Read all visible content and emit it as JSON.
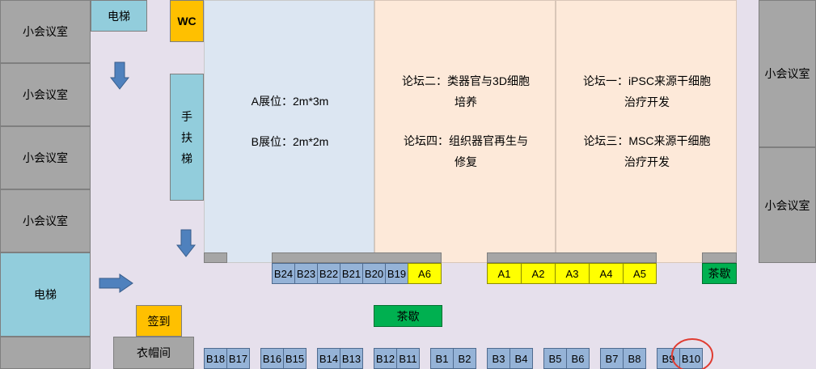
{
  "rooms": {
    "left_meeting_rooms": [
      "小会议室",
      "小会议室",
      "小会议室",
      "小会议室"
    ],
    "right_meeting_rooms": [
      "小会议室",
      "小会议室"
    ],
    "elevator_top": "电梯",
    "elevator_left": "电梯",
    "wc": "WC",
    "escalator": [
      "手",
      "扶",
      "梯"
    ],
    "cloakroom": "衣帽间",
    "sign_in": "签到"
  },
  "halls": {
    "exhibition": {
      "line1": "A展位：2m*3m",
      "line2": "B展位：2m*2m"
    },
    "forum_center": {
      "line1": "论坛二：类器官与3D细胞",
      "line2": "培养",
      "line3": "论坛四：组织器官再生与",
      "line4": "修复"
    },
    "forum_right": {
      "line1": "论坛一：iPSC来源干细胞",
      "line2": "治疗开发",
      "line3": "论坛三：MSC来源干细胞",
      "line4": "治疗开发"
    }
  },
  "booths": {
    "top_b_row": [
      "B24",
      "B23",
      "B22",
      "B21",
      "B20",
      "B19"
    ],
    "top_a_left": "A6",
    "top_a_right": [
      "A1",
      "A2",
      "A3",
      "A4",
      "A5"
    ],
    "bottom_row": [
      "B18",
      "B17",
      "B16",
      "B15",
      "B14",
      "B13",
      "B12",
      "B11",
      "B1",
      "B2",
      "B3",
      "B4",
      "B5",
      "B6",
      "B7",
      "B8",
      "B9",
      "B10"
    ]
  },
  "tea_break": [
    "茶歇",
    "茶歇"
  ],
  "highlighted_booth": "B10",
  "colors": {
    "floor": "#e6e0ec",
    "meeting_room": "#a6a6a6",
    "elevator": "#92cddc",
    "wc": "#ffc000",
    "exhibition_hall": "#dce6f2",
    "forum_hall": "#fde9d9",
    "booth_b": "#95b3d7",
    "booth_a": "#ffff00",
    "tea_break": "#00b050",
    "arrow": "#4f81bd",
    "highlight_circle": "#e03c31"
  }
}
